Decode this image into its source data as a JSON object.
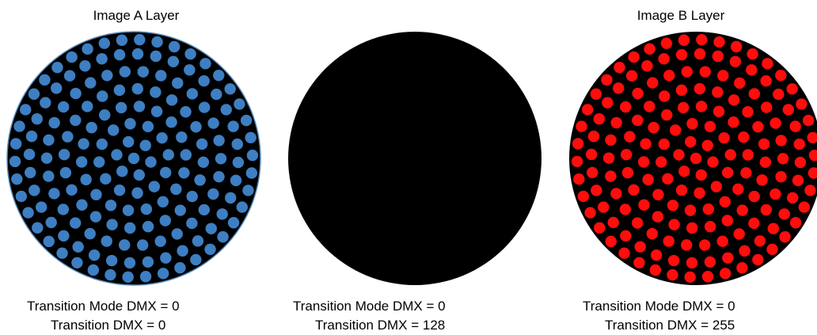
{
  "panels": [
    {
      "id": "a",
      "title": "Image A Layer",
      "mode_label": "Transition Mode DMX = 0",
      "value_label": "Transition DMX = 0",
      "dot_color": "#3d7fc2",
      "show_dots": true
    },
    {
      "id": "mid",
      "title": "",
      "mode_label": "Transition Mode DMX = 0",
      "value_label": "Transition DMX = 128",
      "dot_color": "",
      "show_dots": false
    },
    {
      "id": "b",
      "title": "Image B Layer",
      "mode_label": "Transition Mode DMX = 0",
      "value_label": "Transition DMX = 255",
      "dot_color": "#ff0d0d",
      "show_dots": true
    }
  ],
  "colors": {
    "disc": "#000000",
    "disc_outline_a": "#5b8fc0"
  }
}
